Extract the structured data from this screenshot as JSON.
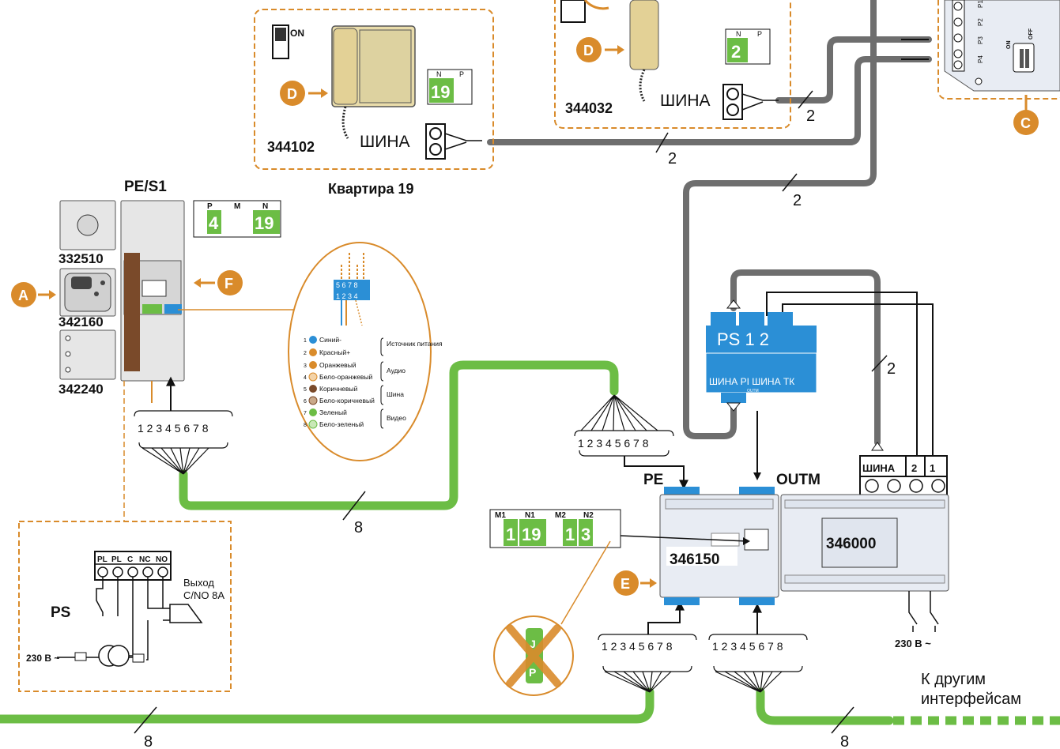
{
  "colors": {
    "orange": "#d98b2b",
    "green": "#6cbd45",
    "grey": "#6e6e6e",
    "blue": "#2b8fd6",
    "beige": "#e9dcaa",
    "lightgrey": "#e6e6e6"
  },
  "apartment": {
    "label": "Квартира 19",
    "unit1": "344102",
    "unit2": "344032",
    "bus": "ШИНА",
    "on": "ON"
  },
  "switch_codes": {
    "np_top": {
      "n": "N",
      "p": "P",
      "n_val": "2"
    },
    "np_apt": {
      "n": "N",
      "p": "P",
      "n_val": "19"
    }
  },
  "panel": {
    "title": "PE/S1",
    "m1": "332510",
    "m2": "342160",
    "m3": "342240",
    "pmn": {
      "p": "P",
      "m": "M",
      "n": "N",
      "p_val": "4",
      "n_val": "19"
    }
  },
  "markers": {
    "a": "A",
    "c": "C",
    "d": "D",
    "e": "E",
    "f": "F"
  },
  "dip": {
    "on": "ON",
    "off": "OFF",
    "p1": "P1",
    "p2": "P2",
    "p3": "P3",
    "p4": "P4"
  },
  "legend": {
    "items": [
      {
        "n": "1",
        "text": "Синий-"
      },
      {
        "n": "2",
        "text": "Красный+"
      },
      {
        "n": "3",
        "text": "Оранжевый"
      },
      {
        "n": "4",
        "text": "Бело-оранжевый"
      },
      {
        "n": "5",
        "text": "Коричневый"
      },
      {
        "n": "6",
        "text": "Бело-коричневый"
      },
      {
        "n": "7",
        "text": "Зеленый"
      },
      {
        "n": "8",
        "text": "Бело-зеленый"
      }
    ],
    "groups": {
      "power": "Источник питания",
      "audio": "Аудио",
      "bus": "Шина",
      "video": "Видео"
    },
    "top_pins": "5 6 7 8",
    "bottom_pins": "1 2 3 4"
  },
  "pins": "1 2 3 4 5 6 7 8",
  "psblock": {
    "title": "PS 1 2",
    "row": "ШИНА PI ШИНА ТК",
    "sub": "OUTM"
  },
  "outm_terms": {
    "bus": "ШИНА",
    "t2": "2",
    "t1": "1"
  },
  "labels": {
    "pe": "PE",
    "outm": "OUTM",
    "m346150": "346150",
    "m346000": "346000",
    "v230": "230 В ~",
    "to_other": "К другим",
    "interfaces": "интерфейсам",
    "two": "2",
    "eight": "8"
  },
  "mn_switch": {
    "m1": "M1",
    "n1": "N1",
    "m2": "M2",
    "n2": "N2",
    "m1v": "1",
    "n1v": "19",
    "m2v": "1",
    "n2v": "3"
  },
  "jp": {
    "j": "J",
    "p": "P"
  },
  "ps_box": {
    "pl1": "PL",
    "pl2": "PL",
    "c": "C",
    "nc": "NC",
    "no": "NO",
    "out1": "Выход",
    "out2": "C/NO 8A",
    "ps": "PS",
    "v230": "230 В ~"
  }
}
